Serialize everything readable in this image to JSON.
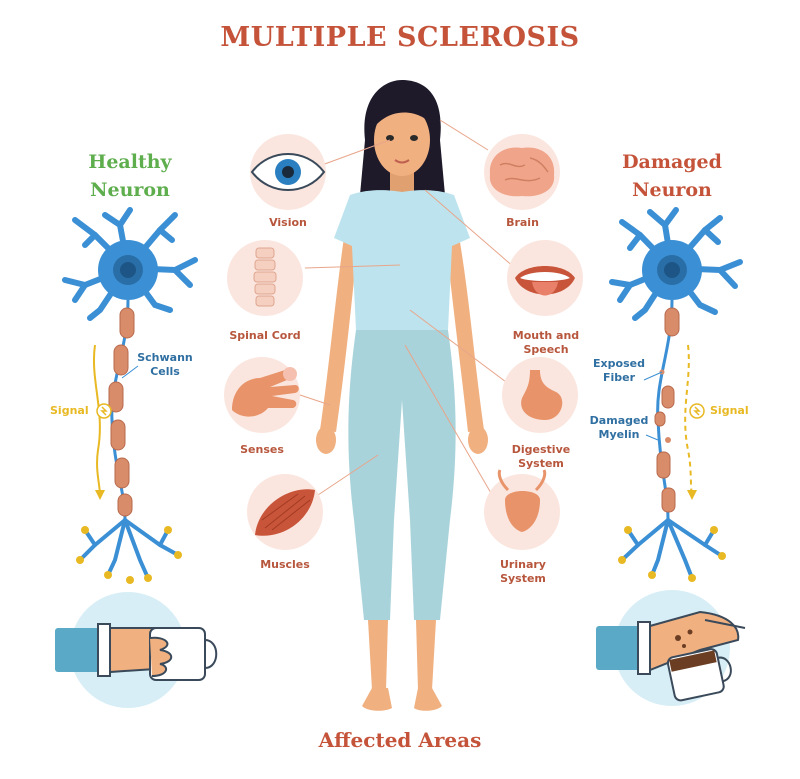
{
  "title": "MULTIPLE SCLEROSIS",
  "footer": "Affected Areas",
  "healthy": {
    "title_line1": "Healthy",
    "title_line2": "Neuron",
    "schwann_line1": "Schwann",
    "schwann_line2": "Cells",
    "signal": "Signal"
  },
  "damaged": {
    "title_line1": "Damaged",
    "title_line2": "Neuron",
    "exposed_line1": "Exposed",
    "exposed_line2": "Fiber",
    "myelin_line1": "Damaged",
    "myelin_line2": "Myelin",
    "signal": "Signal"
  },
  "areas": {
    "vision": "Vision",
    "spinal": "Spinal Cord",
    "senses": "Senses",
    "muscles": "Muscles",
    "brain": "Brain",
    "mouth_line1": "Mouth and",
    "mouth_line2": "Speech",
    "digestive_line1": "Digestive",
    "digestive_line2": "System",
    "urinary_line1": "Urinary",
    "urinary_line2": "System"
  },
  "colors": {
    "title": "#c4533a",
    "healthy": "#5fae4e",
    "neuron": "#3b8fd4",
    "myelin": "#d98c6a",
    "signal": "#e8b923",
    "circle_bg": "#fbe6df",
    "skin": "#f0b080",
    "shirt": "#bde4ee",
    "pants": "#a9d3db"
  }
}
